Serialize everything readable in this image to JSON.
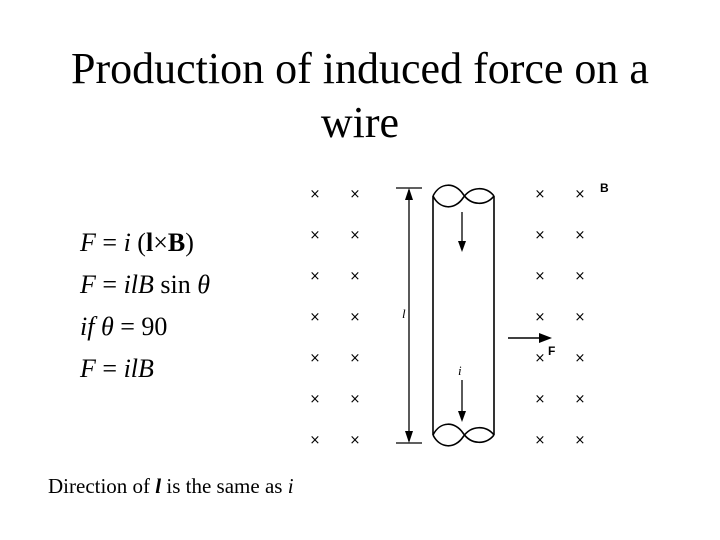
{
  "title": "Production of induced force on a wire",
  "equations": {
    "eq1": {
      "lhs": "F",
      "op": "=",
      "a": "i",
      "open": "(",
      "l": "l",
      "cross": "×",
      "B": "B",
      "close": ")"
    },
    "eq2": {
      "lhs": "F",
      "op": "=",
      "rhs": "ilB",
      "fn": "sin",
      "theta": "θ"
    },
    "eq3": {
      "if": "if",
      "theta": "θ",
      "op": "=",
      "value": "90"
    },
    "eq4": {
      "lhs": "F",
      "op": "=",
      "rhs": "ilB"
    }
  },
  "caption": {
    "prefix": "Direction of",
    "l": "l",
    "middle": "is the same as",
    "i": "i"
  },
  "diagram": {
    "cross_symbol": "×",
    "labels": {
      "B": "B",
      "F": "F",
      "l": "l",
      "i": "i"
    }
  }
}
